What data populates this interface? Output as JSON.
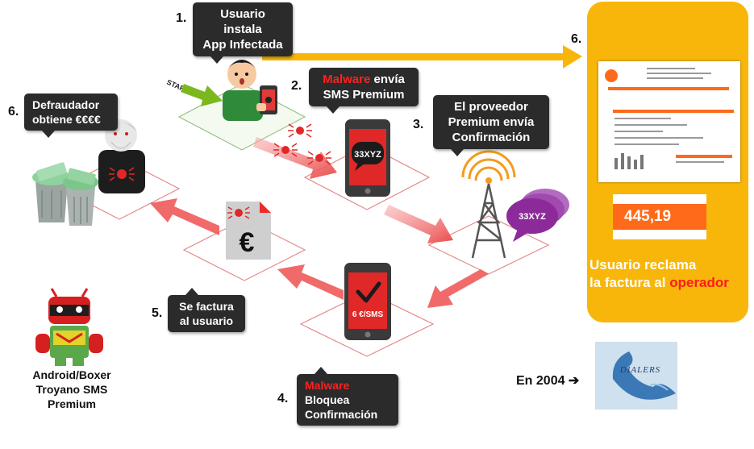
{
  "steps": {
    "s1": {
      "num": "1.",
      "line1": "Usuario instala",
      "line2": "App Infectada"
    },
    "s2": {
      "num": "2.",
      "highlight": "Malware",
      "rest1": " envía",
      "line2": "SMS Premium"
    },
    "s3": {
      "num": "3.",
      "line1": "El proveedor",
      "line2": "Premium envía",
      "line3": "Confirmación"
    },
    "s4": {
      "num": "4.",
      "highlight": "Malware",
      "rest1": " Bloquea",
      "line2": "Confirmación"
    },
    "s5": {
      "num": "5.",
      "line1": "Se factura",
      "line2": "al usuario"
    },
    "s6a": {
      "num": "6.",
      "line1": "Defraudador",
      "line2": "obtiene €€€€"
    },
    "s6b": {
      "num": "6."
    }
  },
  "labels": {
    "start": "START",
    "sms_code": "33XYZ",
    "provider_code": "33XYZ",
    "price": "6 €/SMS",
    "euro": "€",
    "amount": "445,19",
    "claim_line1": "Usuario reclama",
    "claim_line2_pre": "la factura al ",
    "claim_operator": "operador",
    "android_line1": "Android/Boxer",
    "android_line2": "Troyano SMS",
    "android_line3": "Premium",
    "year": "En 2004 ➔",
    "dialers": "DIALERS"
  },
  "colors": {
    "callout": "#2b2b2b",
    "accent_red": "#ff2020",
    "arrow_red": "#f05a5a",
    "panel_yellow": "#f9b60a",
    "amount_orange": "#ff6a1a",
    "bubble_purple": "#8d2a99",
    "start_green": "#7ab81e"
  }
}
